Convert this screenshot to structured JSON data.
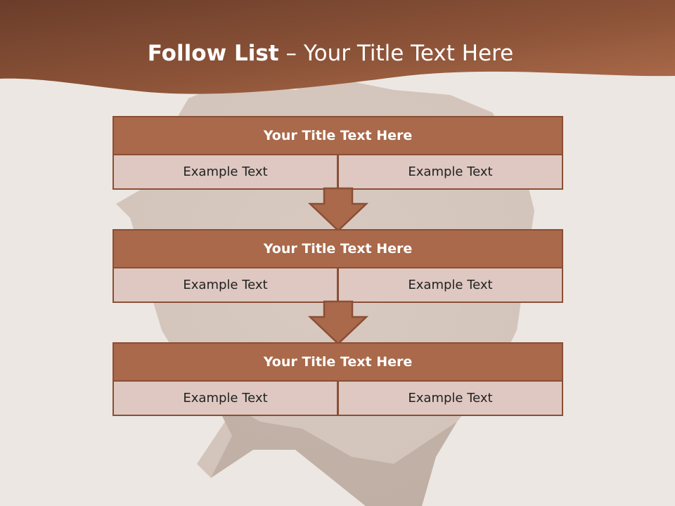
{
  "title": {
    "bold_part": "Follow List",
    "rest": " – Your Title Text Here"
  },
  "blocks": [
    {
      "header": "Your Title Text Here",
      "cells": [
        "Example Text",
        "Example Text"
      ]
    },
    {
      "header": "Your Title Text Here",
      "cells": [
        "Example Text",
        "Example Text"
      ]
    },
    {
      "header": "Your Title Text Here",
      "cells": [
        "Example Text",
        "Example Text"
      ]
    }
  ],
  "colors": {
    "banner_dark": "#6e402c",
    "banner_light": "#a8694a",
    "header_fill": "#a9694a",
    "cell_fill": "#dec8c1",
    "border": "#8a4f35",
    "background": "#ece7e2"
  },
  "icons": {
    "arrow": "down-arrow-icon"
  }
}
